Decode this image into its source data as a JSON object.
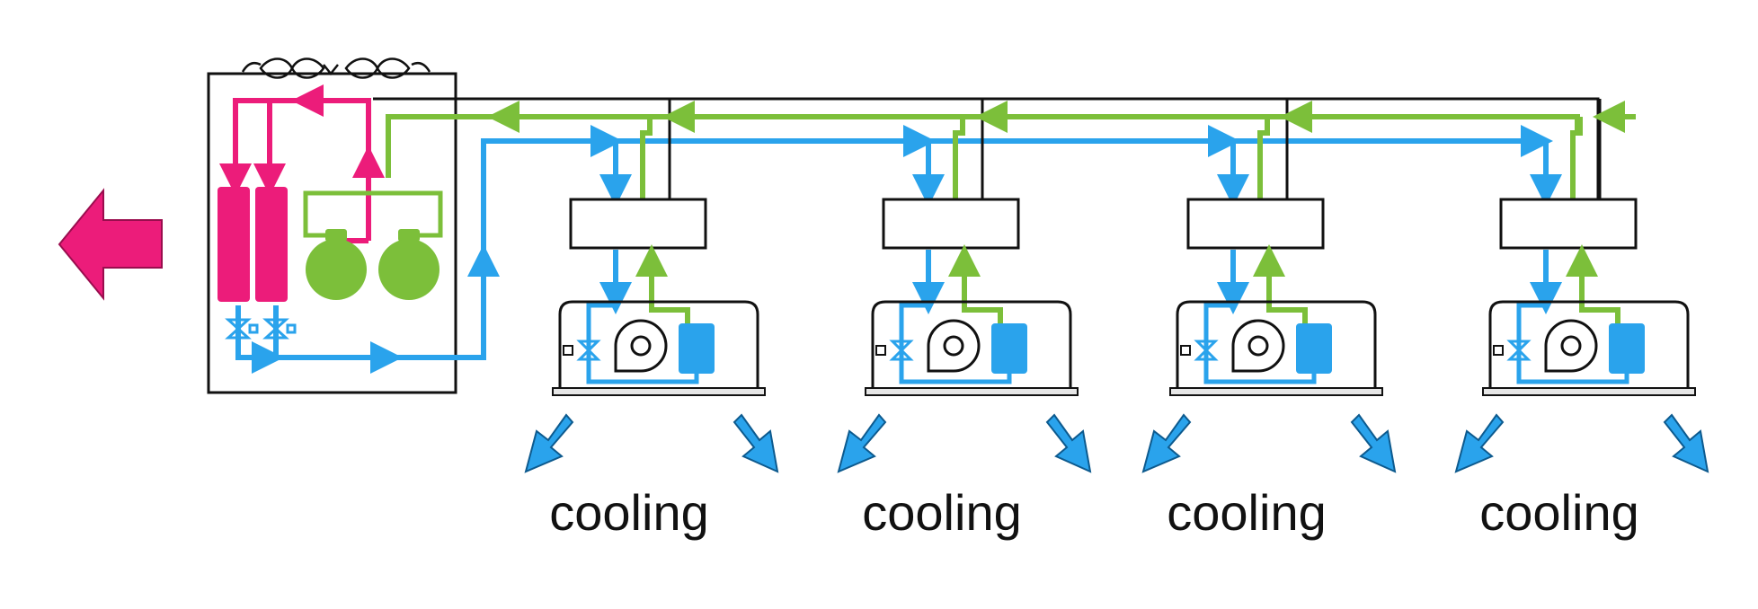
{
  "colors": {
    "hot_refrigerant": "#ec1c7a",
    "cold_refrigerant": "#2aa3ec",
    "return_refrigerant": "#7cbf3a",
    "wiring": "#111111",
    "background": "#ffffff"
  },
  "icons": {
    "heat_exhaust": "arrow-left-icon",
    "airflow": "arrow-down-diagonal-icon",
    "fan": "fan-icon",
    "compressor": "compressor-icon",
    "valve": "expansion-valve-icon",
    "coil": "evaporator-coil-icon",
    "condenser_fan": "propeller-icon"
  },
  "indoor_units": [
    {
      "label": "cooling"
    },
    {
      "label": "cooling"
    },
    {
      "label": "cooling"
    },
    {
      "label": "cooling"
    }
  ]
}
